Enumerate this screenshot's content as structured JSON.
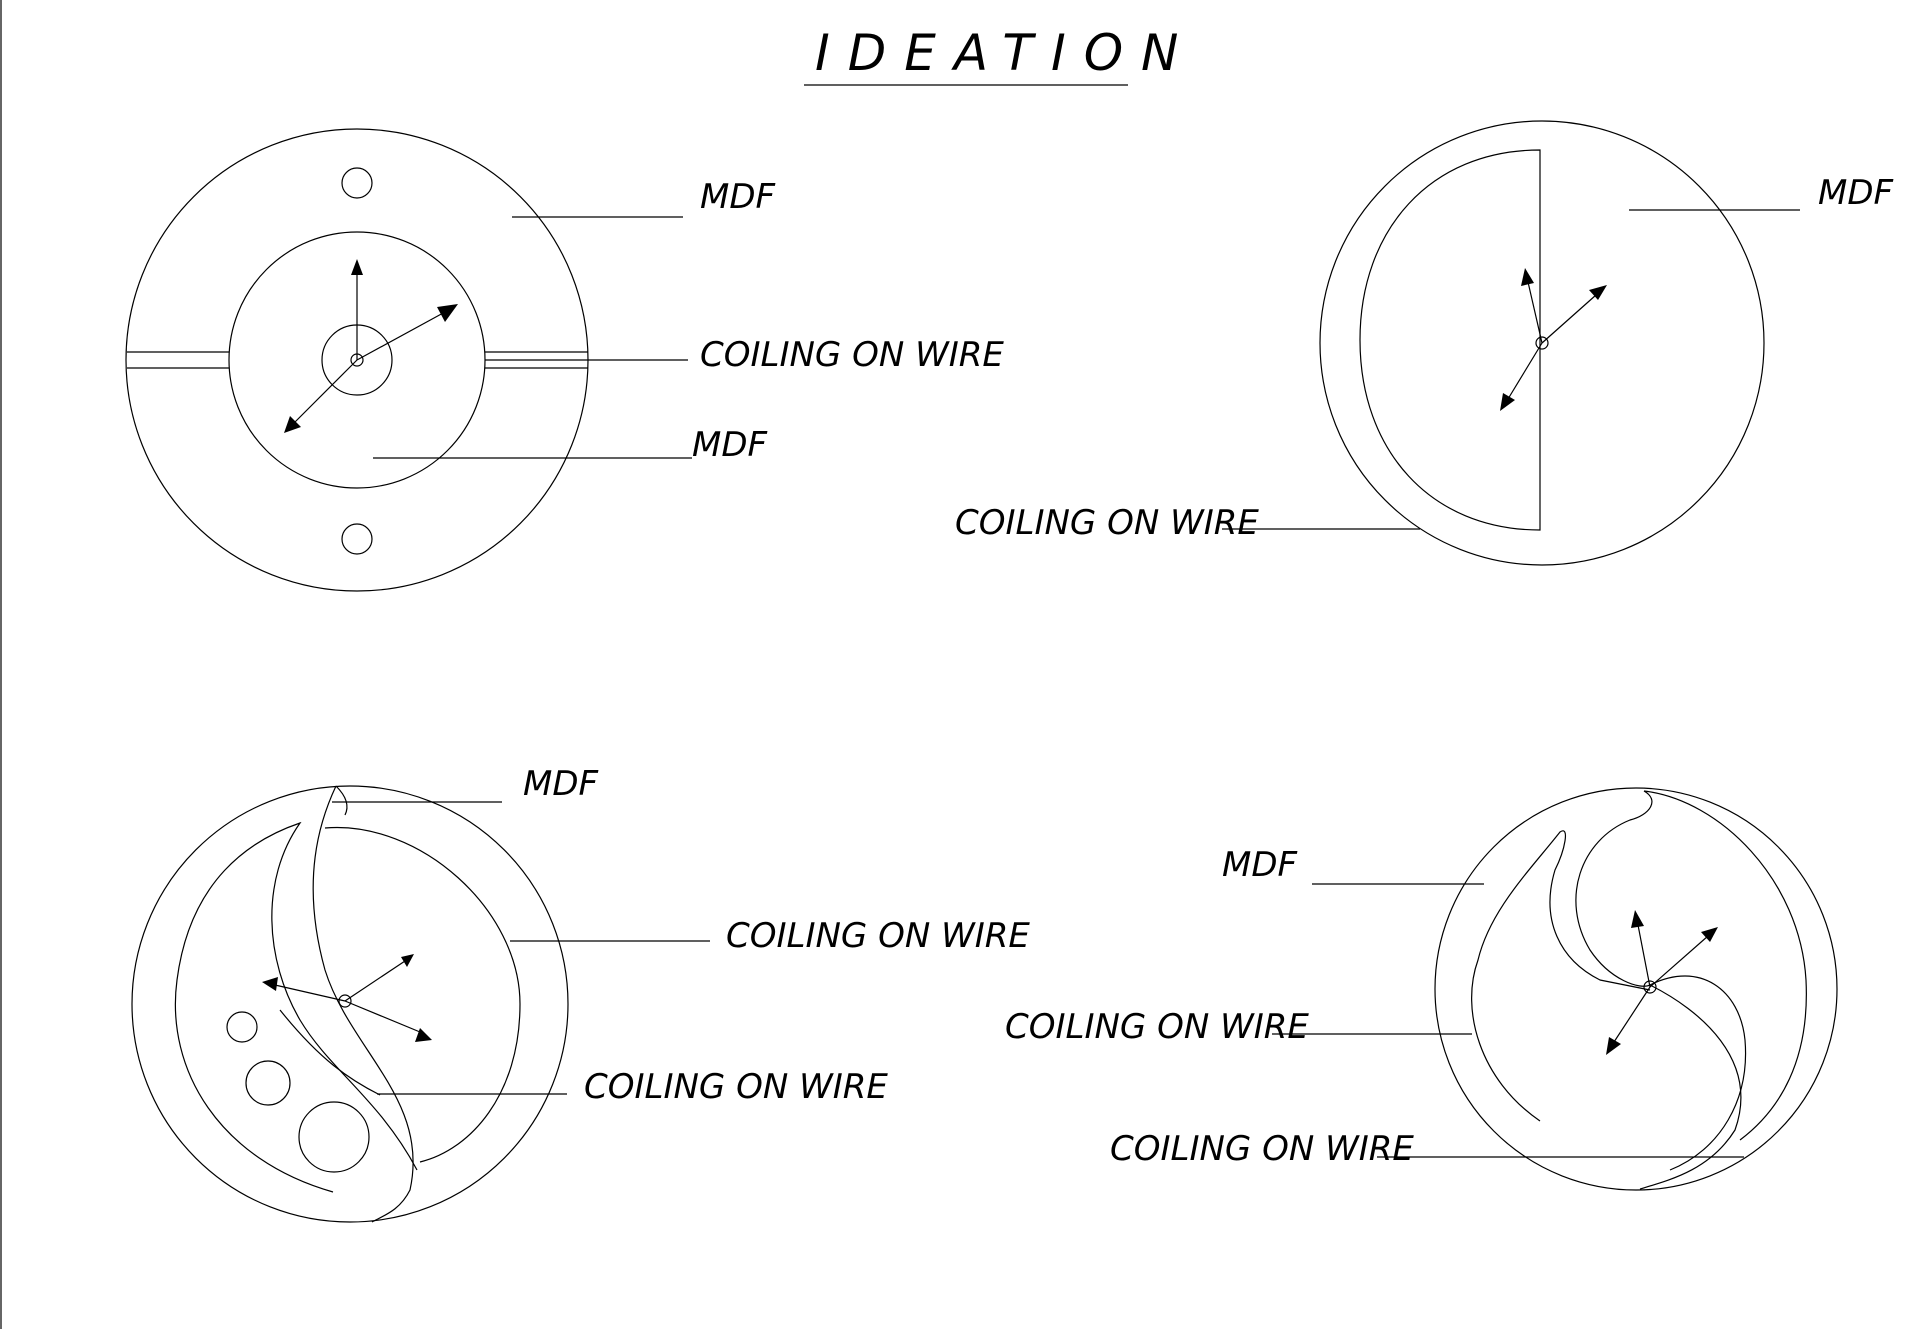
{
  "title": "IDEATION",
  "colors": {
    "ink": "#000000",
    "paper": "#ffffff"
  },
  "designs": {
    "top_left": {
      "labels": [
        "MDF",
        "COILING ON WIRE",
        "MDF"
      ]
    },
    "top_right": {
      "labels": [
        "MDF",
        "COILING ON WIRE"
      ]
    },
    "bottom_left": {
      "labels": [
        "MDF",
        "COILING ON WIRE",
        "COILING ON WIRE"
      ]
    },
    "bottom_right": {
      "labels": [
        "MDF",
        "COILING ON WIRE",
        "COILING ON WIRE"
      ]
    }
  }
}
